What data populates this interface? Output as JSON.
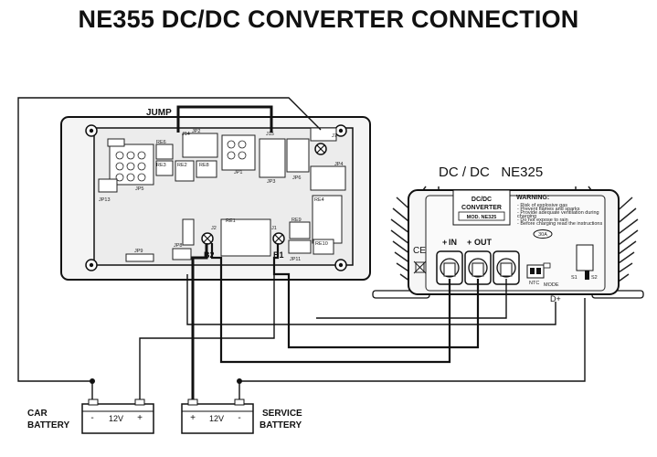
{
  "title": "NE355 DC/DC CONVERTER CONNECTION",
  "converter": {
    "heading": "DC / DC   NE325",
    "badge_line1": "DC/DC",
    "badge_line2": "CONVERTER",
    "model": "MOD. NE325",
    "warning_title": "WARNING:",
    "warning_lines": [
      "- Risk of explosive gas",
      "- Prevent flames and sparks",
      "- Provide adequate ventilation during",
      "  charging",
      "- Do not expose to rain",
      "- Before charging read the instructions"
    ],
    "in_label": "IN",
    "out_label": "OUT",
    "ce_mark": "CE",
    "mode_label": "MODE",
    "ntc_label": "NTC",
    "s1_label": "S1",
    "s2_label": "S2",
    "d_plus_label": "D+",
    "fuse_label": "30A"
  },
  "board": {
    "jump_label": "JUMP",
    "connectors": [
      "J14",
      "J15",
      "JP2",
      "RE6",
      "RE3",
      "RE2",
      "RE8",
      "JP1",
      "JP3",
      "JP6",
      "J7",
      "JP4",
      "JP5",
      "JP13",
      "RE4",
      "RE1",
      "RE9",
      "RE10",
      "J2",
      "J1",
      "JP9",
      "JP8",
      "JP11",
      "B2",
      "B1"
    ]
  },
  "batteries": {
    "car_label_line1": "CAR",
    "car_label_line2": "BATTERY",
    "service_label_line1": "SERVICE",
    "service_label_line2": "BATTERY",
    "car_voltage": "12V",
    "service_voltage": "12V",
    "minus": "-",
    "plus": "+"
  },
  "colors": {
    "line": "#111111",
    "panel": "#f2f2f2",
    "board": "#e9e9e9"
  }
}
